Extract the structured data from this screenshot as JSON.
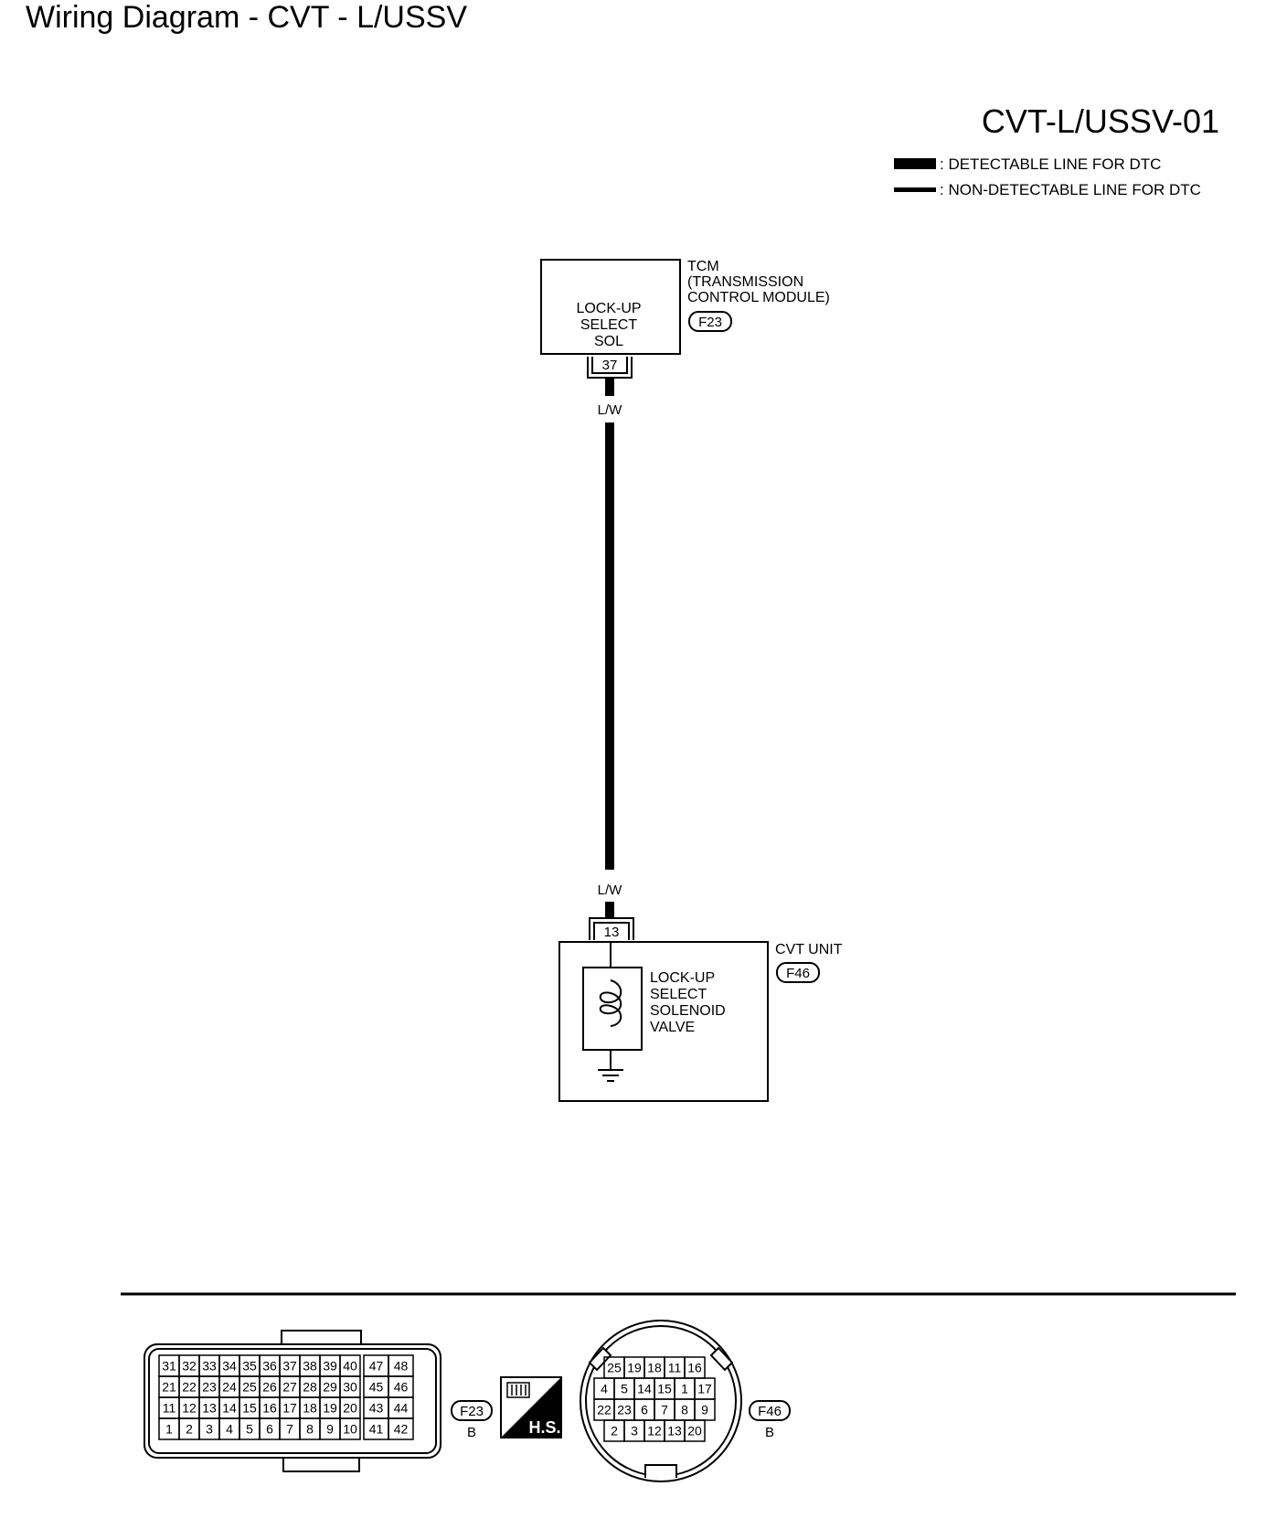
{
  "page_title": "Wiring Diagram - CVT - L/USSV",
  "diagram_id": "CVT-L/USSV-01",
  "legend": {
    "detectable": ": DETECTABLE LINE FOR DTC",
    "non_detectable": ": NON-DETECTABLE LINE FOR DTC"
  },
  "tcm": {
    "name": "TCM",
    "full_name_1": "(TRANSMISSION",
    "full_name_2": "CONTROL MODULE)",
    "connector": "F23",
    "inner_1": "LOCK-UP",
    "inner_2": "SELECT",
    "inner_3": "SOL",
    "terminal": "37"
  },
  "wire": {
    "color_top": "L/W",
    "color_bottom": "L/W"
  },
  "cvt_unit": {
    "name": "CVT UNIT",
    "connector": "F46",
    "terminal": "13",
    "inner_1": "LOCK-UP",
    "inner_2": "SELECT",
    "inner_3": "SOLENOID",
    "inner_4": "VALVE"
  },
  "connector_f23": {
    "id": "F23",
    "color": "B",
    "rows": [
      [
        "31",
        "32",
        "33",
        "34",
        "35",
        "36",
        "37",
        "38",
        "39",
        "40",
        "47",
        "48"
      ],
      [
        "21",
        "22",
        "23",
        "24",
        "25",
        "26",
        "27",
        "28",
        "29",
        "30",
        "45",
        "46"
      ],
      [
        "11",
        "12",
        "13",
        "14",
        "15",
        "16",
        "17",
        "18",
        "19",
        "20",
        "43",
        "44"
      ],
      [
        "1",
        "2",
        "3",
        "4",
        "5",
        "6",
        "7",
        "8",
        "9",
        "10",
        "41",
        "42"
      ]
    ]
  },
  "hs_label": "H.S.",
  "connector_f46": {
    "id": "F46",
    "color": "B",
    "rows": [
      [
        "25",
        "19",
        "18",
        "11",
        "16"
      ],
      [
        "4",
        "5",
        "14",
        "15",
        "1",
        "17"
      ],
      [
        "22",
        "23",
        "6",
        "7",
        "8",
        "9"
      ],
      [
        "2",
        "3",
        "12",
        "13",
        "20"
      ]
    ]
  }
}
